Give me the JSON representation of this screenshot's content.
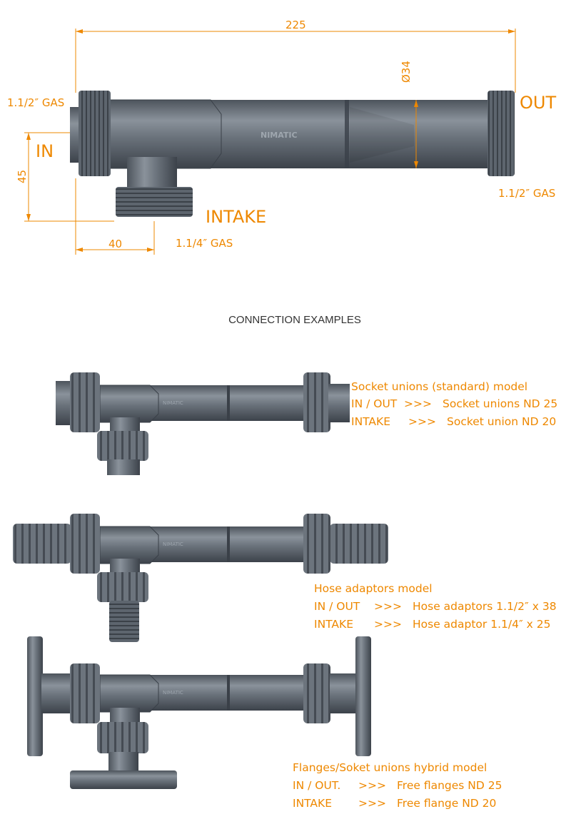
{
  "dimensions": {
    "length": "225",
    "diameter": "Ø34",
    "height": "45",
    "offset": "40"
  },
  "ports": {
    "in_label": "IN",
    "out_label": "OUT",
    "intake_label": "INTAKE",
    "in_thread": "1.1/2″ GAS",
    "out_thread": "1.1/2″ GAS",
    "intake_thread": "1.1/4″ GAS"
  },
  "brand": "NIMATIC",
  "section_title": "CONNECTION EXAMPLES",
  "examples": [
    {
      "title": "Socket unions (standard) model",
      "rows": [
        {
          "port": "IN / OUT",
          "arrow": ">>>",
          "fitting": "Socket unions ND 25"
        },
        {
          "port": "INTAKE",
          "arrow": ">>>",
          "fitting": "Socket union ND 20"
        }
      ]
    },
    {
      "title": "Hose adaptors model",
      "rows": [
        {
          "port": "IN / OUT",
          "arrow": ">>>",
          "fitting": "Hose adaptors 1.1/2″ x 38"
        },
        {
          "port": "INTAKE",
          "arrow": ">>>",
          "fitting": "Hose adaptor 1.1/4″ x 25"
        }
      ]
    },
    {
      "title": "Flanges/Soket unions hybrid model",
      "rows": [
        {
          "port": "IN / OUT.",
          "arrow": ">>>",
          "fitting": "Free flanges ND 25"
        },
        {
          "port": "INTAKE",
          "arrow": ">>>",
          "fitting": "Free flange ND 20"
        }
      ]
    }
  ],
  "colors": {
    "annotation": "#ee8800",
    "body": "#5a626b",
    "body_light": "#7f8790",
    "body_dark": "#3a4048"
  }
}
